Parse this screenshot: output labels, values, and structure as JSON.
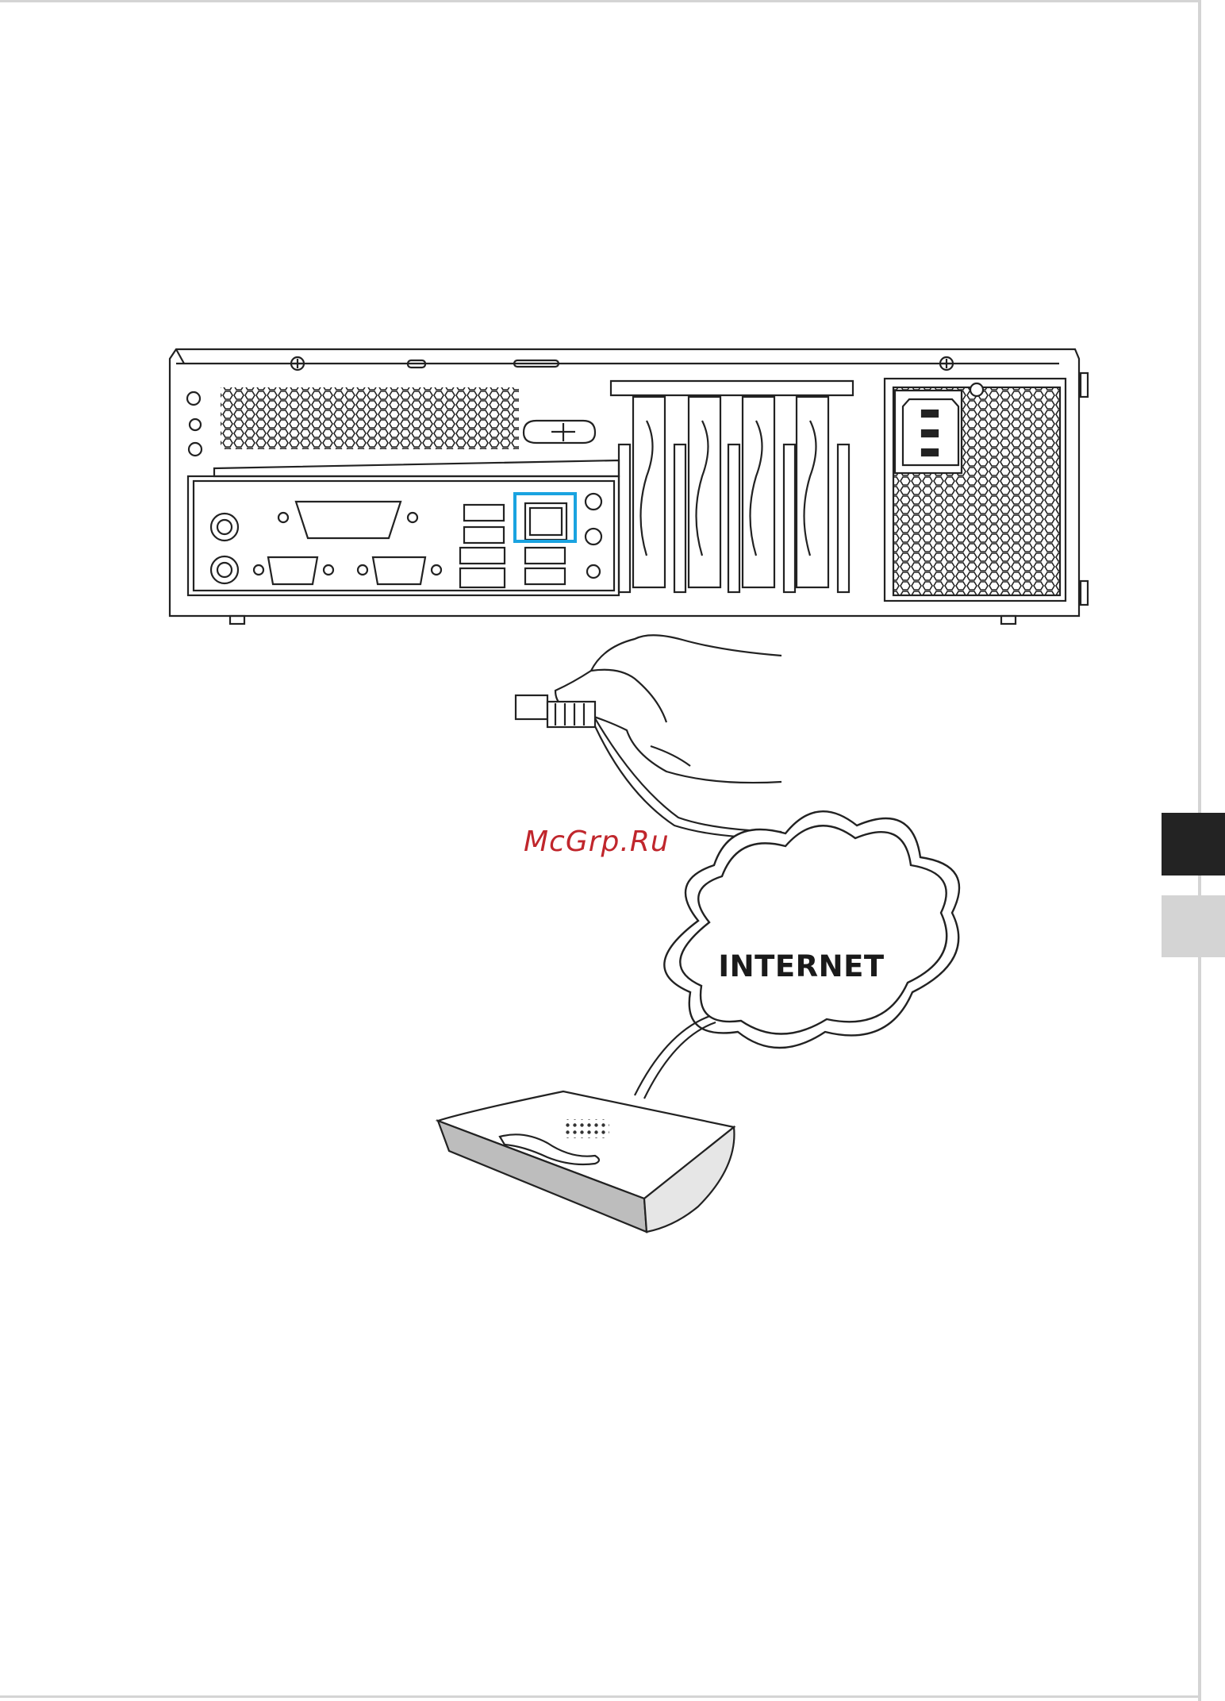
{
  "watermark": {
    "text": "McGrp.Ru",
    "color": "#c0262c"
  },
  "cloud": {
    "label": "INTERNET"
  },
  "colors": {
    "highlight": "#1aa3e0",
    "tab_dark": "#232323",
    "tab_light": "#d4d4d4",
    "line": "#222222"
  },
  "icons": [
    "pc-back-panel",
    "rj45-plug-in-hand",
    "internet-cloud",
    "network-modem"
  ]
}
